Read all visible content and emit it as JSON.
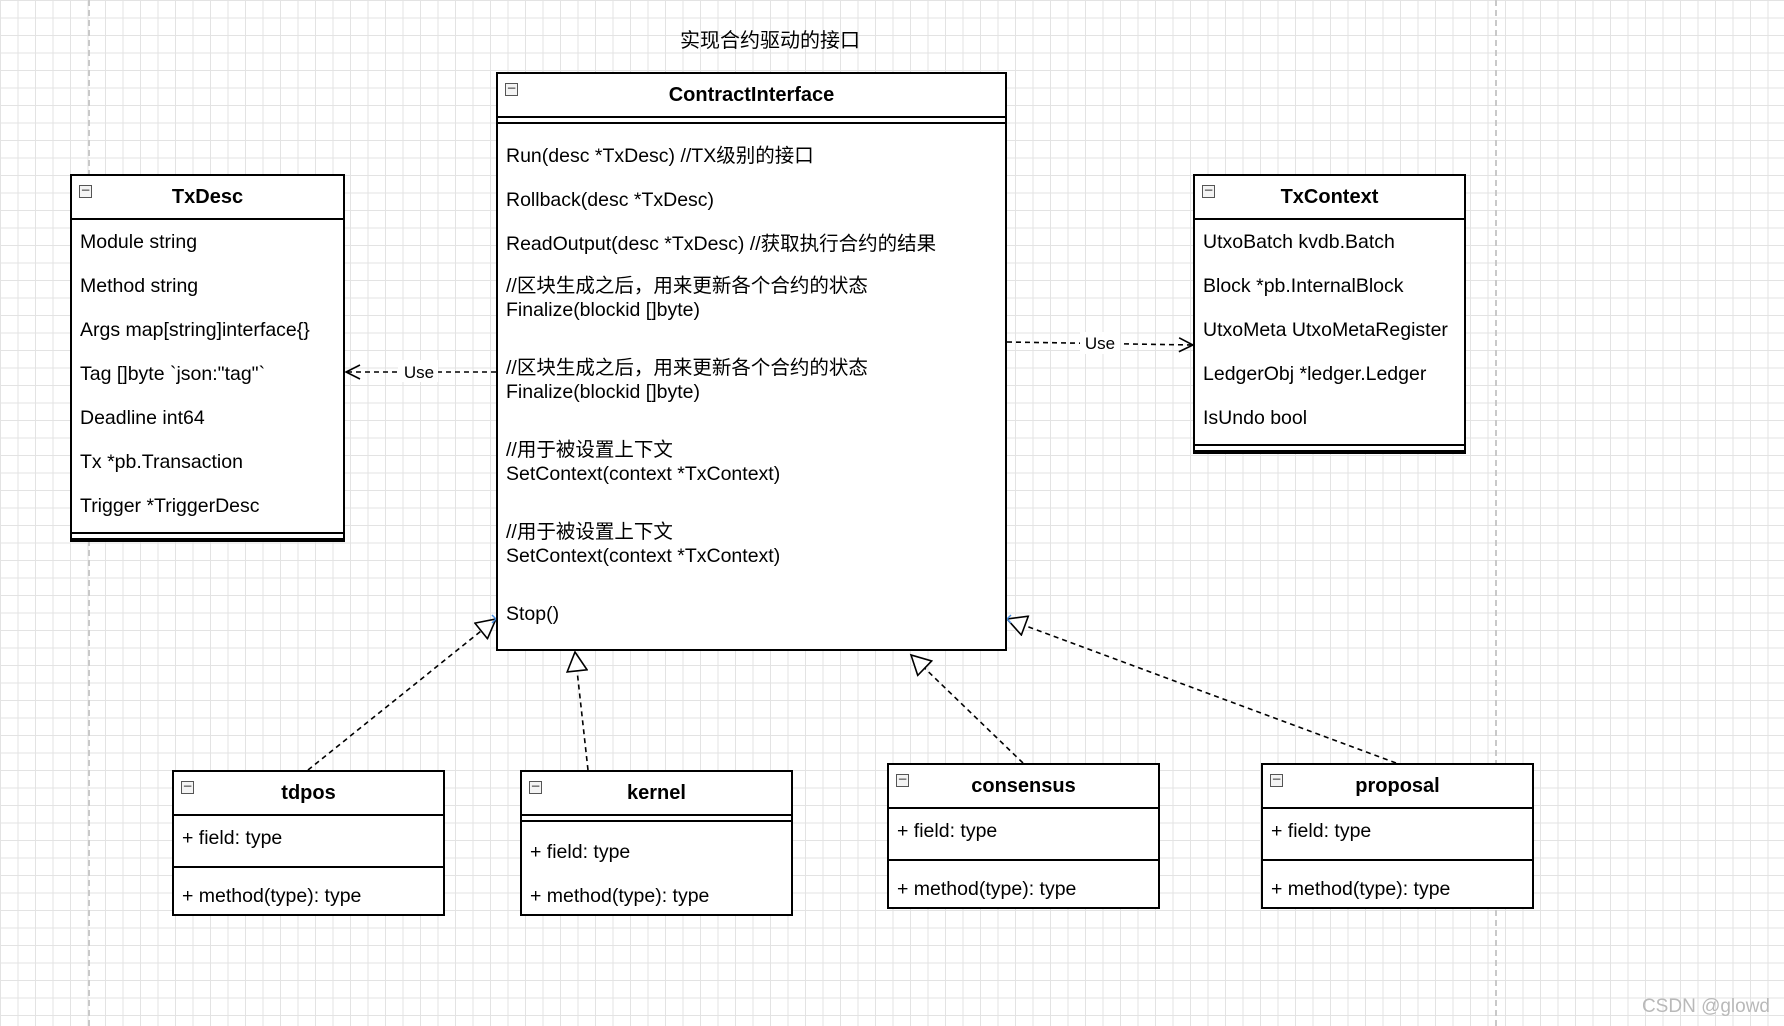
{
  "diagram": {
    "title": "实现合约驱动的接口"
  },
  "classes": {
    "contract_interface": {
      "name": "ContractInterface",
      "members": [
        "Run(desc *TxDesc)  //TX级别的接口",
        "Rollback(desc *TxDesc)",
        "ReadOutput(desc *TxDesc) //获取执行合约的结果",
        "//区块生成之后，用来更新各个合约的状态",
        "Finalize(blockid []byte)",
        "//区块生成之后，用来更新各个合约的状态",
        "Finalize(blockid []byte)",
        "//用于被设置上下文",
        "SetContext(context *TxContext)",
        "//用于被设置上下文",
        "SetContext(context *TxContext)",
        "Stop()"
      ]
    },
    "tx_desc": {
      "name": "TxDesc",
      "members": [
        "Module string",
        "Method string",
        "Args map[string]interface{}",
        "Tag []byte `json:\"tag\"`",
        "Deadline int64",
        "Tx *pb.Transaction",
        "Trigger *TriggerDesc"
      ]
    },
    "tx_context": {
      "name": "TxContext",
      "members": [
        "UtxoBatch kvdb.Batch",
        "Block *pb.InternalBlock",
        "UtxoMeta UtxoMetaRegister",
        "LedgerObj *ledger.Ledger",
        "IsUndo bool"
      ]
    },
    "tdpos": {
      "name": "tdpos",
      "field": "+ field: type",
      "method": "+ method(type): type"
    },
    "kernel": {
      "name": "kernel",
      "field": "+ field: type",
      "method": "+ method(type): type"
    },
    "consensus": {
      "name": "consensus",
      "field": "+ field: type",
      "method": "+ method(type): type"
    },
    "proposal": {
      "name": "proposal",
      "field": "+ field: type",
      "method": "+ method(type): type"
    }
  },
  "relations": {
    "use_left": "Use",
    "use_right": "Use"
  },
  "icons": {
    "collapse": "collapse-minus-icon"
  },
  "colors": {
    "grid": "#e3e3e3",
    "line": "#000000",
    "junction_marker": "#4a90e2",
    "watermark": "#b9b9b9"
  },
  "watermark": "CSDN @glowd"
}
